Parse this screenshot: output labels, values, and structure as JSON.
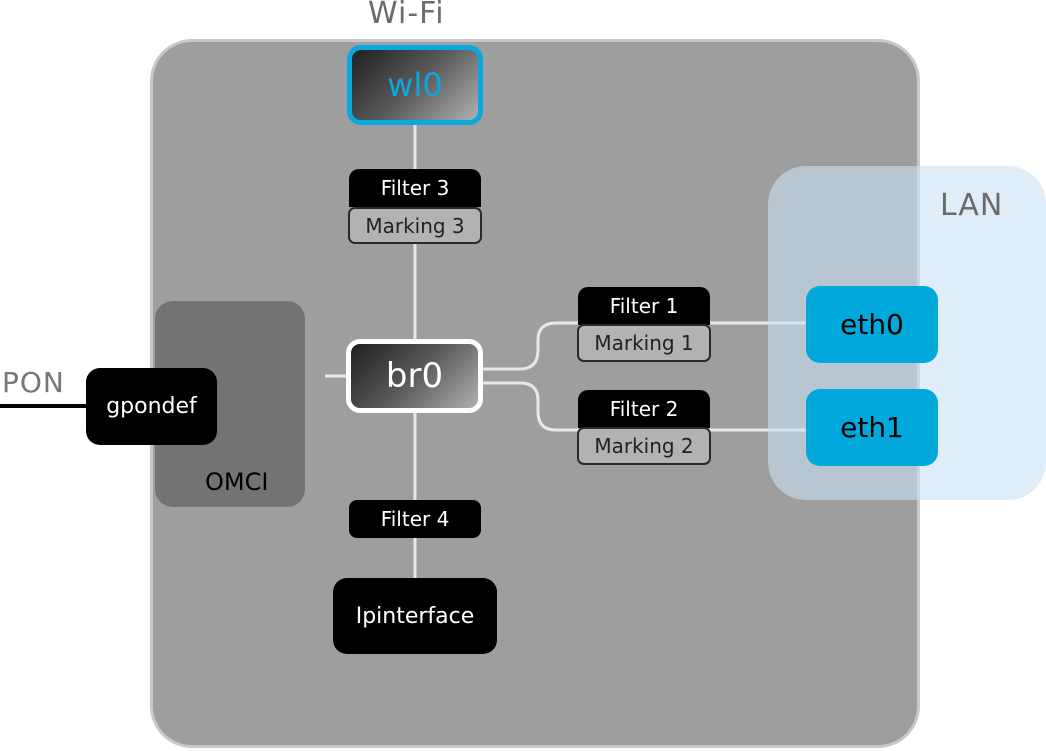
{
  "diagram": {
    "labels": {
      "wifi": "Wi-Fi",
      "lan": "LAN",
      "pon": "PON",
      "omci": "OMCI"
    },
    "nodes": {
      "wl0": "wl0",
      "br0": "br0",
      "gpondef": "gpondef",
      "ipinterface": "Ipinterface",
      "eth0": "eth0",
      "eth1": "eth1"
    },
    "filters": [
      {
        "filter": "Filter 1",
        "marking": "Marking 1",
        "connects": [
          "br0",
          "eth0"
        ]
      },
      {
        "filter": "Filter 2",
        "marking": "Marking 2",
        "connects": [
          "br0",
          "eth1"
        ]
      },
      {
        "filter": "Filter 3",
        "marking": "Marking 3",
        "connects": [
          "br0",
          "wl0"
        ]
      },
      {
        "filter": "Filter 4",
        "marking": null,
        "connects": [
          "br0",
          "Ipinterface"
        ]
      }
    ],
    "colors": {
      "device_bg": "#9d9e9d",
      "omci_bg": "#737275",
      "accent_blue": "#00a8dc",
      "lan_zone": "#c8e1f3",
      "filter_bg": "#000000",
      "marking_bg": "#b2b2b2"
    }
  }
}
